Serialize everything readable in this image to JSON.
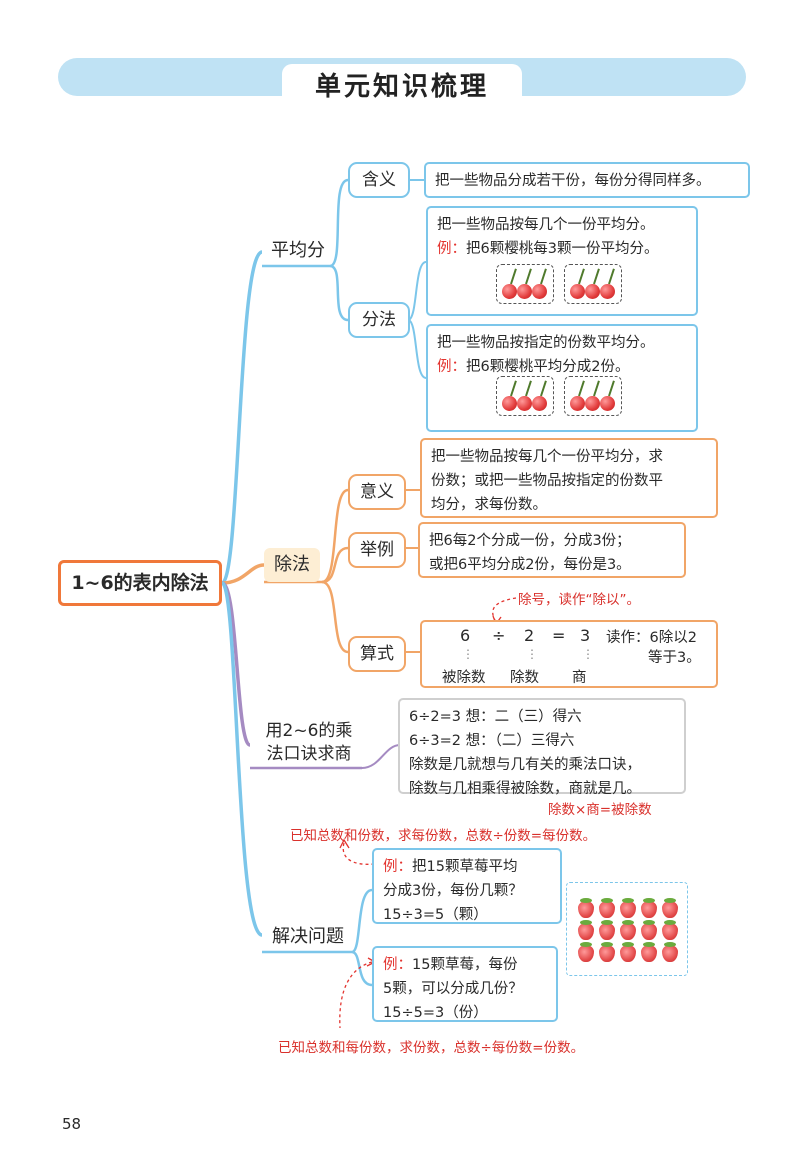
{
  "header": {
    "title": "单元知识梳理"
  },
  "root": {
    "label": "1~6的表内除法"
  },
  "branches": {
    "pingjunfen": {
      "label": "平均分",
      "hanyi": {
        "label": "含义",
        "text": "把一些物品分成若干份，每份分得同样多。"
      },
      "fenfa": {
        "label": "分法",
        "box1": {
          "line1": "把一些物品按每几个一份平均分。",
          "example_tag": "例：",
          "example": "把6颗樱桃每3颗一份平均分。"
        },
        "box2": {
          "line1": "把一些物品按指定的份数平均分。",
          "example_tag": "例：",
          "example": "把6颗樱桃平均分成2份。"
        }
      }
    },
    "chufa": {
      "label": "除法",
      "yiyi": {
        "label": "意义",
        "line1": "把一些物品按每几个一份平均分，求",
        "line2": "份数；或把一些物品按指定的份数平",
        "line3": "均分，求每份数。"
      },
      "juli": {
        "label": "举例",
        "line1": "把6每2个分成一份，分成3份；",
        "line2": "或把6平均分成2份，每份是3。"
      },
      "suanshi": {
        "label": "算式",
        "note": "除号，读作“除以”。",
        "n6": "6",
        "div": "÷",
        "n2": "2",
        "eq": "=",
        "n3": "3",
        "dots": "⋮",
        "read1": "读作：6除以2",
        "read2": "等于3。",
        "lbl_dividend": "被除数",
        "lbl_divisor": "除数",
        "lbl_quotient": "商"
      }
    },
    "koujue": {
      "label1": "用2~6的乘",
      "label2": "法口诀求商",
      "line1": "6÷2=3 想：二（三）得六",
      "line2": "6÷3=2 想：（二）三得六",
      "line3": "除数是几就想与几有关的乘法口诀，",
      "line4": "除数与几相乘得被除数，商就是几。",
      "note": "除数×商=被除数"
    },
    "wenti": {
      "label": "解决问题",
      "note_top": "已知总数和份数，求每份数，总数÷份数=每份数。",
      "ex1": {
        "tag": "例：",
        "line1": "把15颗草莓平均",
        "line2": "分成3份，每份几颗？",
        "line3": "15÷3=5（颗）"
      },
      "ex2": {
        "tag": "例：",
        "line1": "15颗草莓，每份",
        "line2": "5颗，可以分成几份？",
        "line3": "15÷5=3（份）"
      },
      "note_bottom": "已知总数和每份数，求份数，总数÷每份数=份数。"
    }
  },
  "page_number": "58",
  "colors": {
    "blue": "#7cc6ea",
    "orange": "#f1a567",
    "purple": "#a58bc2",
    "red": "#e3342f"
  }
}
